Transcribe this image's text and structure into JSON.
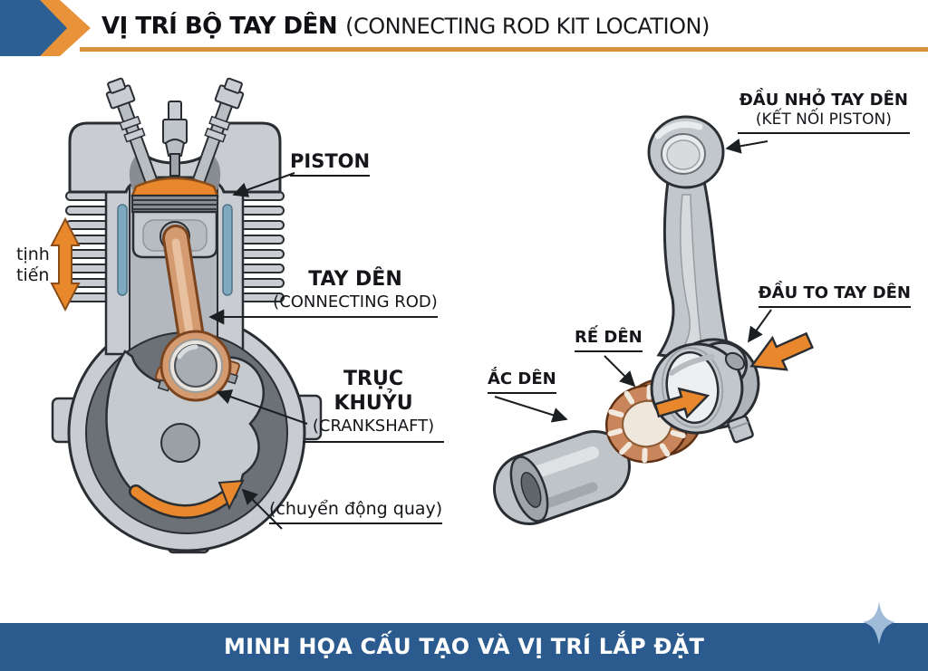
{
  "header": {
    "title_main": "VỊ TRÍ BỘ TAY DÊN",
    "title_sub": "(CONNECTING ROD KIT LOCATION)",
    "icon": "double-chevron-right"
  },
  "diagram_left": {
    "piston_label": "PISTON",
    "rod_label_main": "TAY DÊN",
    "rod_label_sub": "(CONNECTING ROD)",
    "crankshaft_label_main": "TRỤC KHUỶU",
    "crankshaft_label_sub": "(CRANKSHAFT)",
    "rotation_label": "(chuyển động quay)",
    "reciprocation_label": "tịnh tiến"
  },
  "diagram_right": {
    "small_end_label_main": "ĐẦU NHỎ TAY DÊN",
    "small_end_label_sub": "(KẾT NỐI PISTON)",
    "big_end_label": "ĐẦU TO TAY DÊN",
    "bearing_label": "RẾ DÊN",
    "pin_label": "ẮC DÊN"
  },
  "footer": {
    "caption": "MINH HỌA CẤU TẠO VÀ VỊ TRÍ LẮP ĐẶT",
    "icon": "sparkle-diamond"
  },
  "colors": {
    "accent_orange": "#E8872B",
    "header_rule_orange": "#D9903C",
    "header_blue": "#2C5F94",
    "footer_blue": "#2B5B8E",
    "sparkle_blue": "#9FBBD8",
    "copper": "#C9855B",
    "rod_copper": "#D49B70",
    "coolant_blue": "#7FA9BE",
    "body_gray": "#C9CDD2",
    "crankcase_dark_gray": "#6B7176",
    "outline_dark": "#2A2E33"
  }
}
